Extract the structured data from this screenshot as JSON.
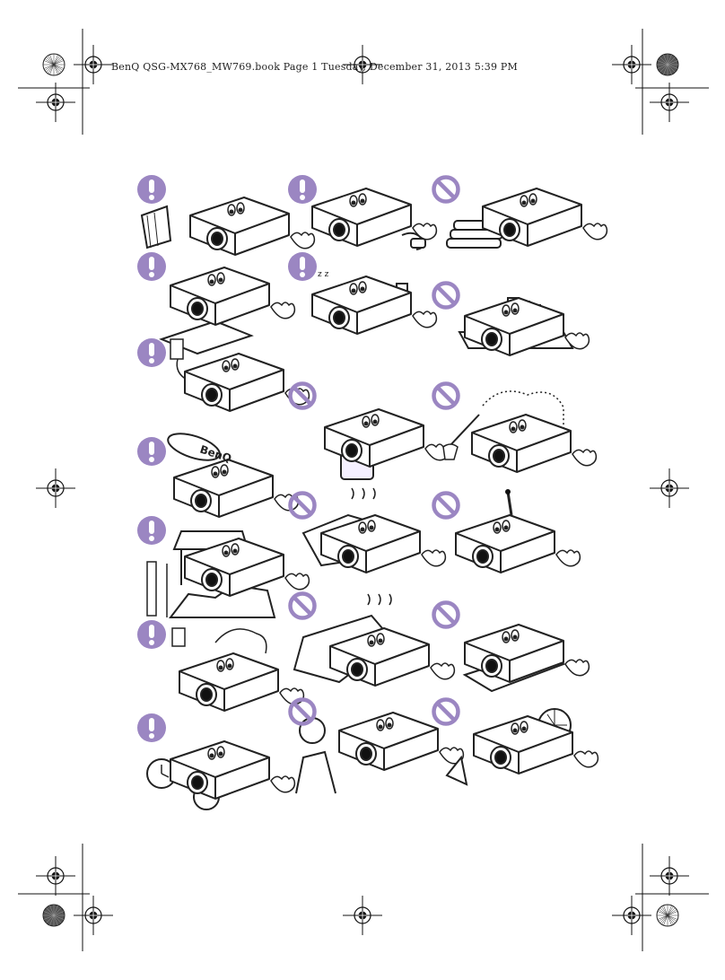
{
  "header": {
    "text": "BenQ QSG-MX768_MW769.book  Page 1  Tuesday, December 31, 2013  5:39 PM"
  },
  "colors": {
    "badge": "#9b86c2",
    "line": "#222222"
  },
  "logo_text": "BenQ",
  "illustrations": [
    {
      "badge": "warning",
      "scene": "do not place near books"
    },
    {
      "badge": "warning",
      "scene": "cable tidy"
    },
    {
      "badge": "prohibited",
      "scene": "do not stack books"
    },
    {
      "badge": "warning",
      "scene": "do not flip upside down"
    },
    {
      "badge": "warning",
      "scene": "adapter"
    },
    {
      "badge": "prohibited",
      "scene": "do not put on shelf"
    },
    {
      "badge": "warning",
      "scene": "unplug"
    },
    {
      "badge": "prohibited",
      "scene": "do not block vent"
    },
    {
      "badge": "prohibited",
      "scene": "avoid dust"
    },
    {
      "badge": "warning",
      "scene": "service by BenQ"
    },
    {
      "badge": "prohibited",
      "scene": "do not cover"
    },
    {
      "badge": "prohibited",
      "scene": "do not disassemble"
    },
    {
      "badge": "warning",
      "scene": "altitude"
    },
    {
      "badge": "prohibited",
      "scene": "do not cover with cloth"
    },
    {
      "badge": "prohibited",
      "scene": "do not tilt"
    },
    {
      "badge": "warning",
      "scene": "power surge"
    },
    {
      "badge": "prohibited",
      "scene": "do not look into lens"
    },
    {
      "badge": "prohibited",
      "scene": "heat"
    },
    {
      "badge": "warning",
      "scene": "time and temperature"
    }
  ]
}
